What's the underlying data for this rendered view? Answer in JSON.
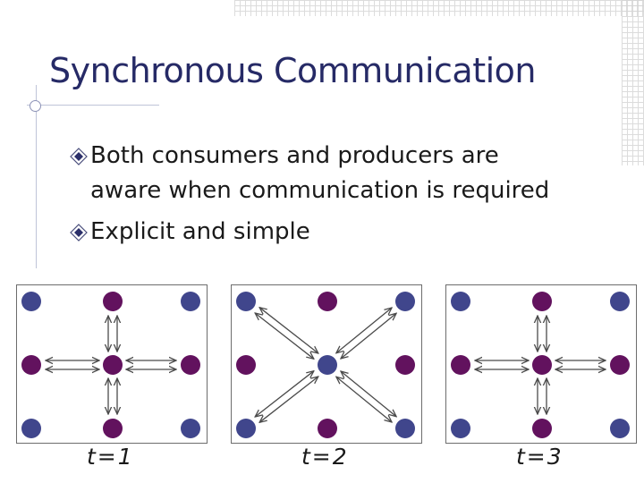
{
  "slide": {
    "title": "Synchronous Communication",
    "bullets": [
      {
        "lines": [
          "Both consumers and producers are",
          "aware when communication is required"
        ]
      },
      {
        "lines": [
          "Explicit and simple"
        ]
      }
    ]
  },
  "colors": {
    "title": "#262a66",
    "blue_node": "#40468c",
    "purple_node": "#62125e",
    "arrow": "#4a4a4a"
  },
  "panels": [
    {
      "label": "t=1",
      "pattern": "cross",
      "center_color": "purple"
    },
    {
      "label": "t=2",
      "pattern": "diagonal",
      "center_color": "blue"
    },
    {
      "label": "t=3",
      "pattern": "cross",
      "center_color": "purple"
    }
  ]
}
